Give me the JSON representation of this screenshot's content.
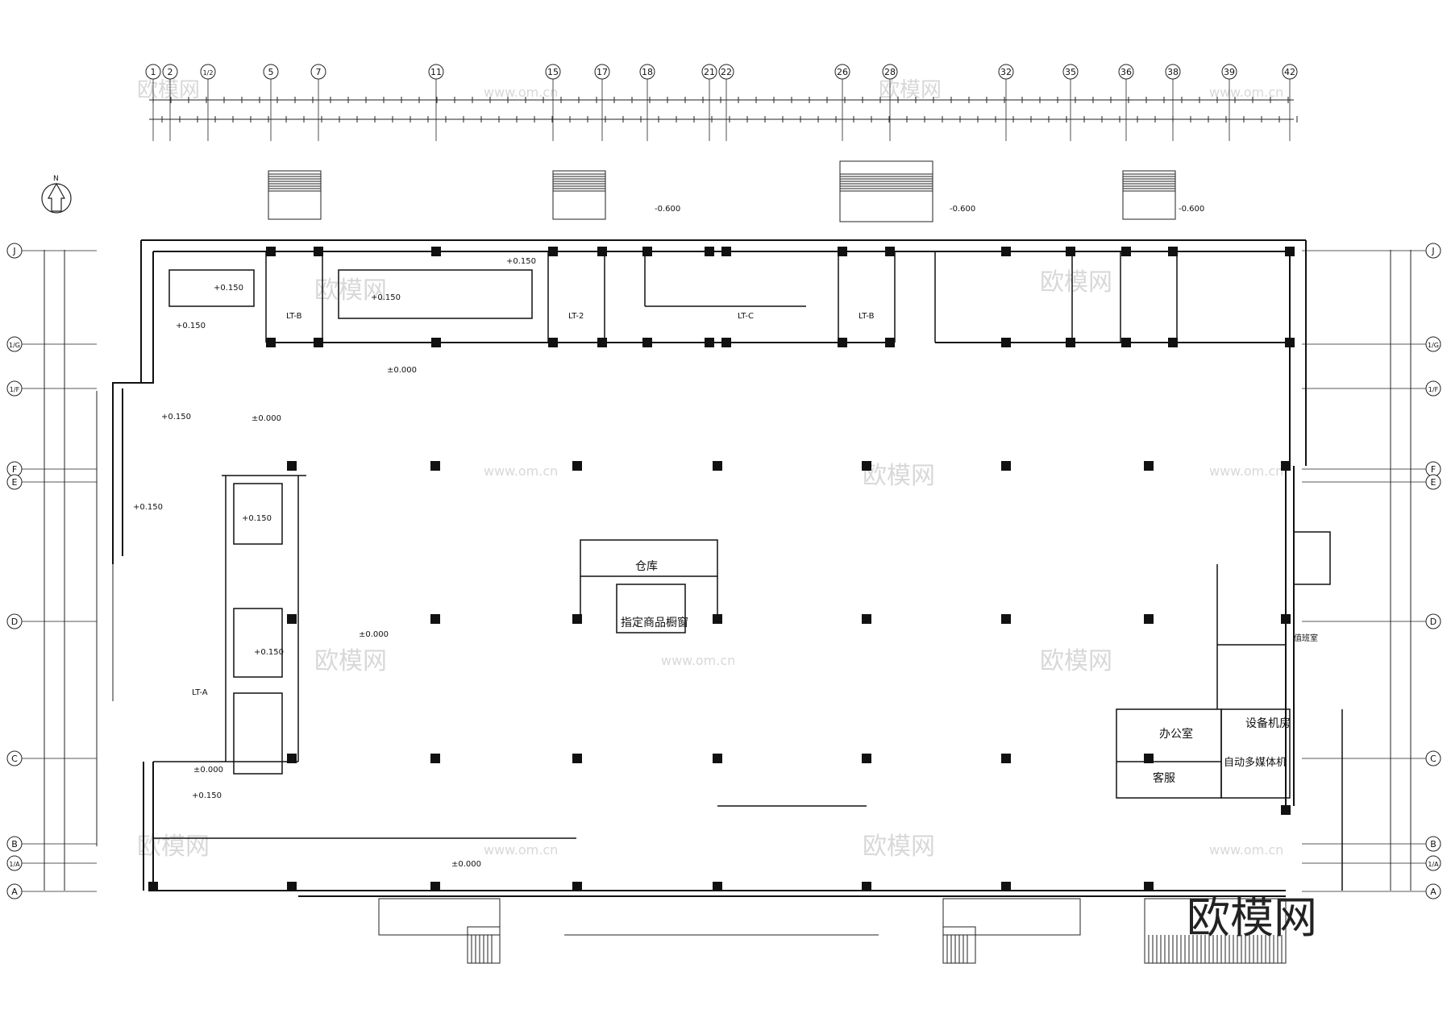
{
  "north_label": "N",
  "top_axes": [
    "1",
    "2",
    "1/2",
    "5",
    "7",
    "11",
    "15",
    "17",
    "18",
    "21",
    "22",
    "26",
    "28",
    "32",
    "35",
    "36",
    "38",
    "39",
    "42"
  ],
  "side_axes": [
    "J",
    "1/G",
    "1/F",
    "F",
    "E",
    "D",
    "C",
    "B",
    "1/A",
    "A"
  ],
  "level_tags": [
    "±0.000",
    "±0.000",
    "±0.000",
    "±0.000",
    "±0.000",
    "-0.600",
    "-0.600",
    "-0.600",
    "+0.150",
    "+0.150",
    "+0.150",
    "+0.150",
    "+0.150",
    "+0.150",
    "+0.150",
    "+0.150",
    "+0.150"
  ],
  "rooms": {
    "warehouse": "仓库",
    "display_window": "指定商品橱窗",
    "office": "办公室",
    "customer_service": "客服",
    "equipment_room": "设备机房",
    "kiosk": "自动多媒体机",
    "duty_room": "值班室"
  },
  "stairs": [
    "LT-B",
    "LT-2",
    "LT-C",
    "LT-B",
    "LT-A"
  ],
  "watermarks": [
    "欧模网",
    "www.om.cn"
  ],
  "brand": "欧模网"
}
